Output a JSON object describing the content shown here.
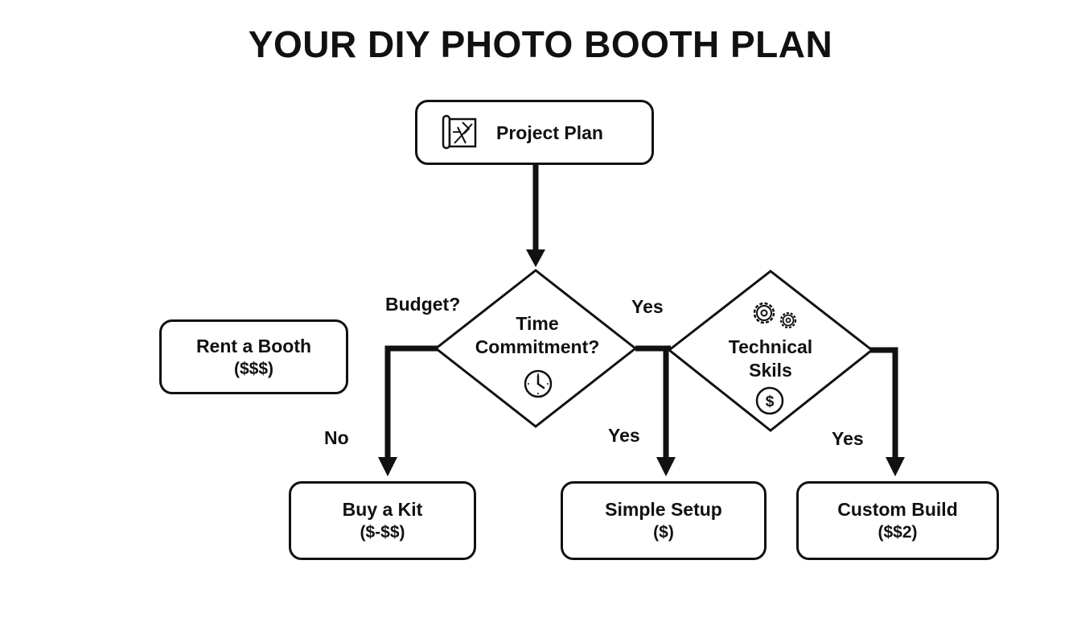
{
  "title": "YOUR DIY PHOTO BOOTH PLAN",
  "nodes": {
    "project_plan": {
      "name": "Project Plan",
      "icon": "blueprint-icon"
    },
    "time_commitment": {
      "line1": "Time",
      "line2": "Commitment?",
      "icon": "clock-icon"
    },
    "technical_skills": {
      "line1": "Technical",
      "line2": "Skils",
      "icons": [
        "gears-icon",
        "dollar-coin-icon"
      ]
    },
    "rent_booth": {
      "name": "Rent a Booth",
      "cost": "($$$)"
    },
    "buy_kit": {
      "name": "Buy a Kit",
      "cost": "($-$$)"
    },
    "simple_setup": {
      "name": "Simple Setup",
      "cost": "($)"
    },
    "custom_build": {
      "name": "Custom Build",
      "cost": "($$2)"
    }
  },
  "edge_labels": {
    "budget": "Budget?",
    "yes_top": "Yes",
    "no": "No",
    "yes_middle": "Yes",
    "yes_right": "Yes"
  },
  "colors": {
    "stroke": "#111111",
    "background": "#ffffff"
  }
}
